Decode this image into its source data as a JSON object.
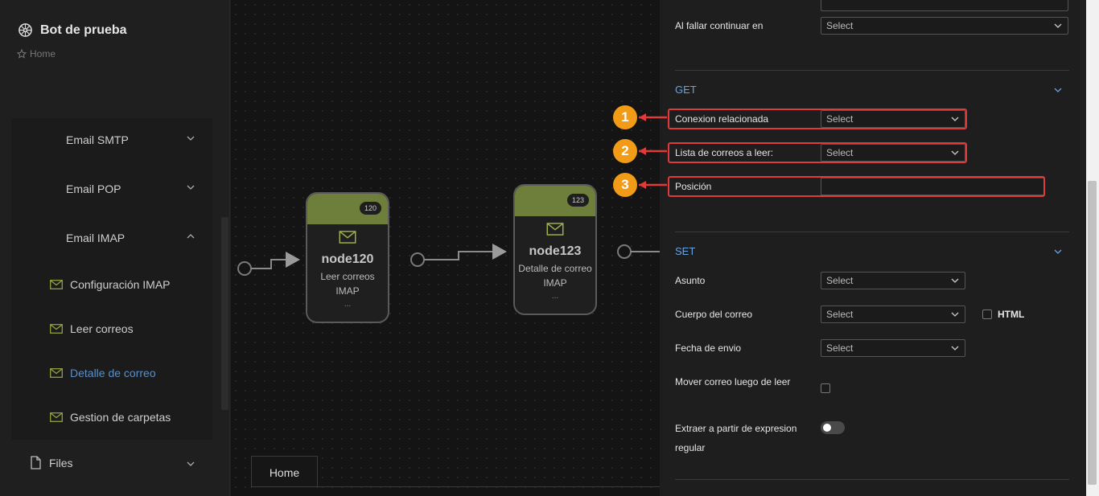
{
  "app": {
    "title": "Bot de prueba",
    "breadcrumb": "Home"
  },
  "sidebar": {
    "groups": [
      {
        "label": "Email SMTP",
        "expanded": false
      },
      {
        "label": "Email POP",
        "expanded": false
      },
      {
        "label": "Email IMAP",
        "expanded": true
      }
    ],
    "imap_items": [
      {
        "label": "Configuración IMAP",
        "icon": "mail-icon",
        "active": false
      },
      {
        "label": "Leer correos",
        "icon": "mail-icon",
        "active": false
      },
      {
        "label": "Detalle de correo",
        "icon": "mail-icon",
        "active": true
      },
      {
        "label": "Gestion de carpetas",
        "icon": "mail-icon",
        "active": false
      }
    ],
    "files": {
      "label": "Files",
      "icon": "file-icon"
    }
  },
  "canvas": {
    "nodes": [
      {
        "id": "120",
        "title": "node120",
        "subtitle": "Leer correos IMAP",
        "more": "...",
        "icon": "mail-icon"
      },
      {
        "id": "123",
        "title": "node123",
        "subtitle": "Detalle de correo IMAP",
        "more": "...",
        "icon": "mail-icon"
      }
    ],
    "tab": "Home"
  },
  "panel": {
    "top": {
      "on_fail_label": "Al fallar continuar en",
      "on_fail_value": "Select"
    },
    "get": {
      "title": "GET",
      "connection_label": "Conexion relacionada",
      "connection_value": "Select",
      "list_label": "Lista de correos a leer:",
      "list_value": "Select",
      "position_label": "Posición",
      "position_value": ""
    },
    "set": {
      "title": "SET",
      "subject_label": "Asunto",
      "subject_value": "Select",
      "body_label": "Cuerpo del correo",
      "body_value": "Select",
      "html_label": "HTML",
      "date_label": "Fecha de envio",
      "date_value": "Select",
      "move_label": "Mover correo luego de leer",
      "regex_label_1": "Extraer a partir de expresion",
      "regex_label_2": "regular"
    }
  },
  "annotations": [
    "1",
    "2",
    "3"
  ],
  "colors": {
    "accent_blue": "#6aa3e0",
    "node_header": "#6e7e3b",
    "annotation": "#f29b16",
    "highlight": "#e03a3a"
  }
}
